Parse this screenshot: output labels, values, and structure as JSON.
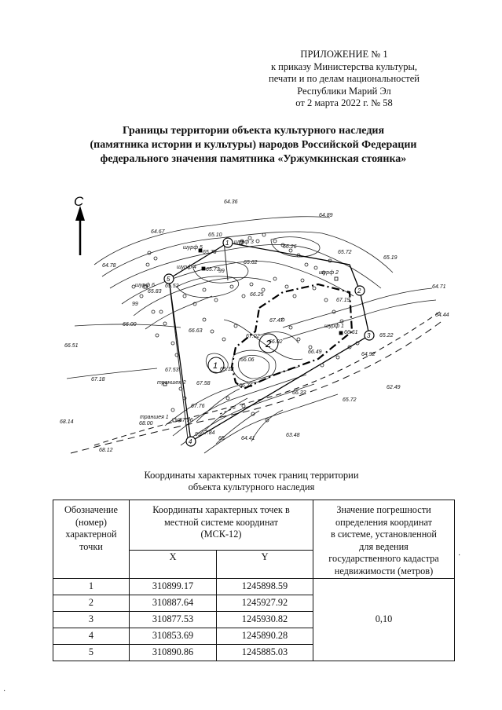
{
  "appendix": {
    "lines": [
      "ПРИЛОЖЕНИЕ № 1",
      "к приказу Министерства культуры,",
      "печати и по делам национальностей",
      "Республики Марий Эл",
      "от 2 марта 2022 г. № 58"
    ]
  },
  "title": {
    "lines": [
      "Границы территории объекта культурного наследия",
      "(памятника истории и культуры) народов Российской Федерации",
      "федерального значения памятника «Уржумкинская стоянка»"
    ]
  },
  "map": {
    "north_label": "С",
    "elevations": [
      {
        "id": "e1",
        "text": "64.36"
      },
      {
        "id": "e2",
        "text": "64.89"
      },
      {
        "id": "e3",
        "text": "64.67"
      },
      {
        "id": "e4",
        "text": "65.10"
      },
      {
        "id": "e5",
        "text": "65.73"
      },
      {
        "id": "e6",
        "text": "66.26"
      },
      {
        "id": "e7",
        "text": "65.72"
      },
      {
        "id": "e8",
        "text": "65.19"
      },
      {
        "id": "e9",
        "text": "64.78"
      },
      {
        "id": "e10",
        "text": "65.62"
      },
      {
        "id": "e11",
        "text": "65.73"
      },
      {
        "id": "e12",
        "text": "65.52"
      },
      {
        "id": "e13",
        "text": "65.83"
      },
      {
        "id": "e14",
        "text": "64.71"
      },
      {
        "id": "e15",
        "text": "66.25"
      },
      {
        "id": "e16",
        "text": "67.19"
      },
      {
        "id": "e17",
        "text": "66.00"
      },
      {
        "id": "e18",
        "text": "67.47"
      },
      {
        "id": "e19",
        "text": "66.61"
      },
      {
        "id": "e20",
        "text": "64.44"
      },
      {
        "id": "e21",
        "text": "66.63"
      },
      {
        "id": "e22",
        "text": "67.02"
      },
      {
        "id": "e23",
        "text": "66.02"
      },
      {
        "id": "e24",
        "text": "65.22"
      },
      {
        "id": "e25",
        "text": "66.51"
      },
      {
        "id": "e26",
        "text": "66.49"
      },
      {
        "id": "e27",
        "text": "64.92"
      },
      {
        "id": "e28",
        "text": "66.06"
      },
      {
        "id": "e29",
        "text": "67.53"
      },
      {
        "id": "e30",
        "text": "65.32"
      },
      {
        "id": "e31",
        "text": "67.18"
      },
      {
        "id": "e32",
        "text": "67.58"
      },
      {
        "id": "e33",
        "text": "66.76"
      },
      {
        "id": "e34",
        "text": "62.49"
      },
      {
        "id": "e35",
        "text": "66.33"
      },
      {
        "id": "e36",
        "text": "65.72"
      },
      {
        "id": "e37",
        "text": "67.76"
      },
      {
        "id": "e38",
        "text": "68.14"
      },
      {
        "id": "e39",
        "text": "68.00"
      },
      {
        "id": "e40",
        "text": "67.96"
      },
      {
        "id": "e41",
        "text": "67.84"
      },
      {
        "id": "e42",
        "text": "64.41"
      },
      {
        "id": "e43",
        "text": "63.48"
      },
      {
        "id": "e44",
        "text": "68.12"
      }
    ],
    "labels": [
      {
        "id": "s3",
        "text": "шурф 3"
      },
      {
        "id": "s5",
        "text": "шурф 5"
      },
      {
        "id": "s4",
        "text": "шурф 4"
      },
      {
        "id": "s2",
        "text": "шурф 2"
      },
      {
        "id": "s6",
        "text": "шурф 6"
      },
      {
        "id": "s1",
        "text": "шурф 1"
      },
      {
        "id": "t2",
        "text": "траншея 2"
      },
      {
        "id": "t1",
        "text": "траншея 1"
      }
    ],
    "contour_labels": [
      {
        "id": "c1",
        "text": "99"
      },
      {
        "id": "c2",
        "text": "99"
      },
      {
        "id": "c3",
        "text": "99"
      },
      {
        "id": "c4",
        "text": "65"
      }
    ],
    "points": [
      {
        "id": "p1",
        "text": "1"
      },
      {
        "id": "p2",
        "text": "2"
      },
      {
        "id": "p3",
        "text": "3"
      },
      {
        "id": "p4",
        "text": "4"
      },
      {
        "id": "p5",
        "text": "5"
      }
    ],
    "zones": [
      {
        "id": "z1",
        "text": "1"
      },
      {
        "id": "z2",
        "text": "2"
      }
    ]
  },
  "caption": {
    "lines": [
      "Координаты характерных точек границ территории",
      "объекта культурного наследия"
    ]
  },
  "table": {
    "header": {
      "name_lines": [
        "Обозначение",
        "(номер)",
        "характерной",
        "точки"
      ],
      "coord_lines": [
        "Координаты характерных точек в",
        "местной системе координат",
        "(МСК-12)"
      ],
      "x": "X",
      "y": "Y",
      "error_lines": [
        "Значение погрешности",
        "определения координат",
        "в системе, установленной",
        "для ведения",
        "государственного кадастра",
        "недвижимости (метров)"
      ]
    },
    "rows": [
      {
        "n": "1",
        "x": "310899.17",
        "y": "1245898.59"
      },
      {
        "n": "2",
        "x": "310887.64",
        "y": "1245927.92"
      },
      {
        "n": "3",
        "x": "310877.53",
        "y": "1245930.82"
      },
      {
        "n": "4",
        "x": "310853.69",
        "y": "1245890.28"
      },
      {
        "n": "5",
        "x": "310890.86",
        "y": "1245885.03"
      }
    ],
    "error_value": "0,10"
  }
}
